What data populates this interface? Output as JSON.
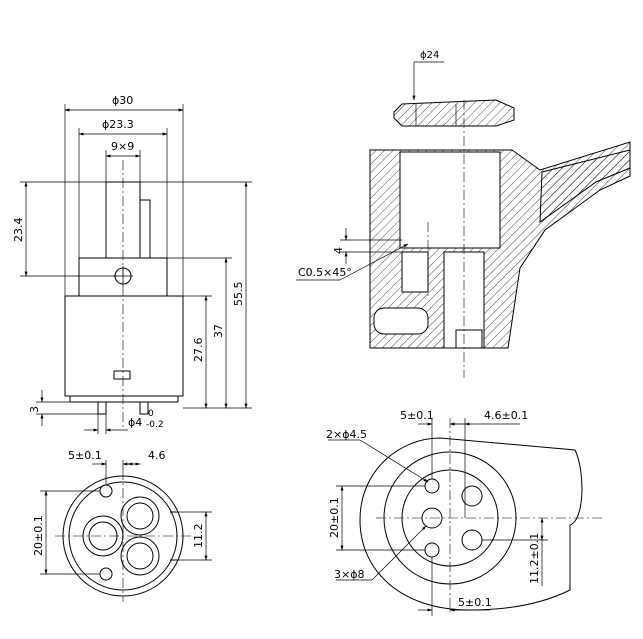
{
  "views": {
    "cartridge_side": {
      "dim_outer_diameter": "ϕ30",
      "dim_body_diameter": "ϕ23.3",
      "dim_spline": "9×9",
      "dim_stem_height": "23.4",
      "dim_total_height": "55.5",
      "dim_body_height": "37",
      "dim_lower_height": "27.6",
      "dim_pin_height": "3",
      "dim_pin": "ϕ4",
      "dim_pin_tol_upper": "0",
      "dim_pin_tol_lower": "-0.2"
    },
    "cartridge_bottom": {
      "dim_hole_offset": "5±0.1",
      "dim_hole_spacing": "4.6",
      "dim_height": "20±0.1",
      "dim_port_width": "11.2"
    },
    "housing_section": {
      "dim_top_diameter": "ϕ24",
      "dim_depth": "4",
      "dim_chamfer": "C0.5×45°"
    },
    "housing_plan": {
      "dim_offset_left": "5±0.1",
      "dim_offset_right": "4.6±0.1",
      "dim_pin_holes": "2×ϕ4.5",
      "dim_height": "20±0.1",
      "dim_port_holes": "3×ϕ8",
      "dim_port_offset": "11.2±0.1",
      "dim_bottom_offset": "5±0.1"
    }
  }
}
